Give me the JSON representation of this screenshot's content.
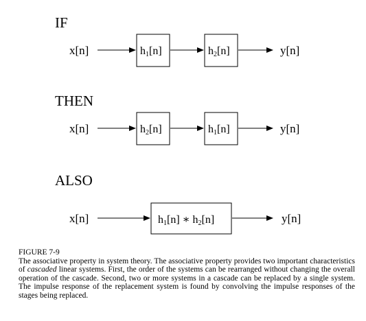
{
  "sections": [
    {
      "title": "IF",
      "input": "x[n]",
      "output": "y[n]",
      "boxes": [
        {
          "main": "h",
          "sub": "1",
          "tail": "[n]"
        },
        {
          "main": "h",
          "sub": "2",
          "tail": "[n]"
        }
      ]
    },
    {
      "title": "THEN",
      "input": "x[n]",
      "output": "y[n]",
      "boxes": [
        {
          "main": "h",
          "sub": "2",
          "tail": "[n]"
        },
        {
          "main": "h",
          "sub": "1",
          "tail": "[n]"
        }
      ]
    },
    {
      "title": "ALSO",
      "input": "x[n]",
      "output": "y[n]",
      "combined_box": {
        "a_main": "h",
        "a_sub": "1",
        "a_tail": "[n]",
        "op": "∗",
        "b_main": "h",
        "b_sub": "2",
        "b_tail": "[n]"
      }
    }
  ],
  "caption": {
    "figure_label": "FIGURE 7-9",
    "text_before": "The associative property in system theory.  The associative property provides two important characteristics of ",
    "emphasis": "cascaded",
    "text_after": " linear systems.  First, the order of the systems can be rearranged without changing the overall operation of the cascade.  Second, two or more systems in a cascade can be replaced by a single system.  The impulse response of the replacement system is found by convolving the impulse responses of the stages being replaced."
  }
}
